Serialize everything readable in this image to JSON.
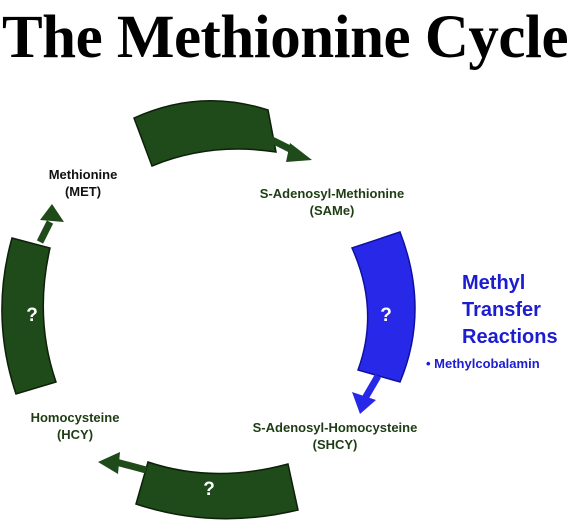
{
  "title": "The Methionine Cycle",
  "nodes": {
    "met": {
      "name": "Methionine",
      "abbr": "(MET)"
    },
    "same": {
      "name": "S-Adenosyl-Methionine",
      "abbr": "(SAMe)"
    },
    "shcy": {
      "name": "S-Adenosyl-Homocysteine",
      "abbr": "(SHCY)"
    },
    "hcy": {
      "name": "Homocysteine",
      "abbr": "(HCY)"
    }
  },
  "unknown_marks": {
    "left": "?",
    "right": "?",
    "bottom": "?"
  },
  "side_note": {
    "heading": [
      "Methyl",
      "Transfer",
      "Reactions"
    ],
    "bullet": "• Methylcobalamin"
  },
  "colors": {
    "arc_green": "#1f4a1a",
    "arc_blue": "#2828e8",
    "label_green": "#1e3d14",
    "side_text": "#1c1cd0"
  }
}
